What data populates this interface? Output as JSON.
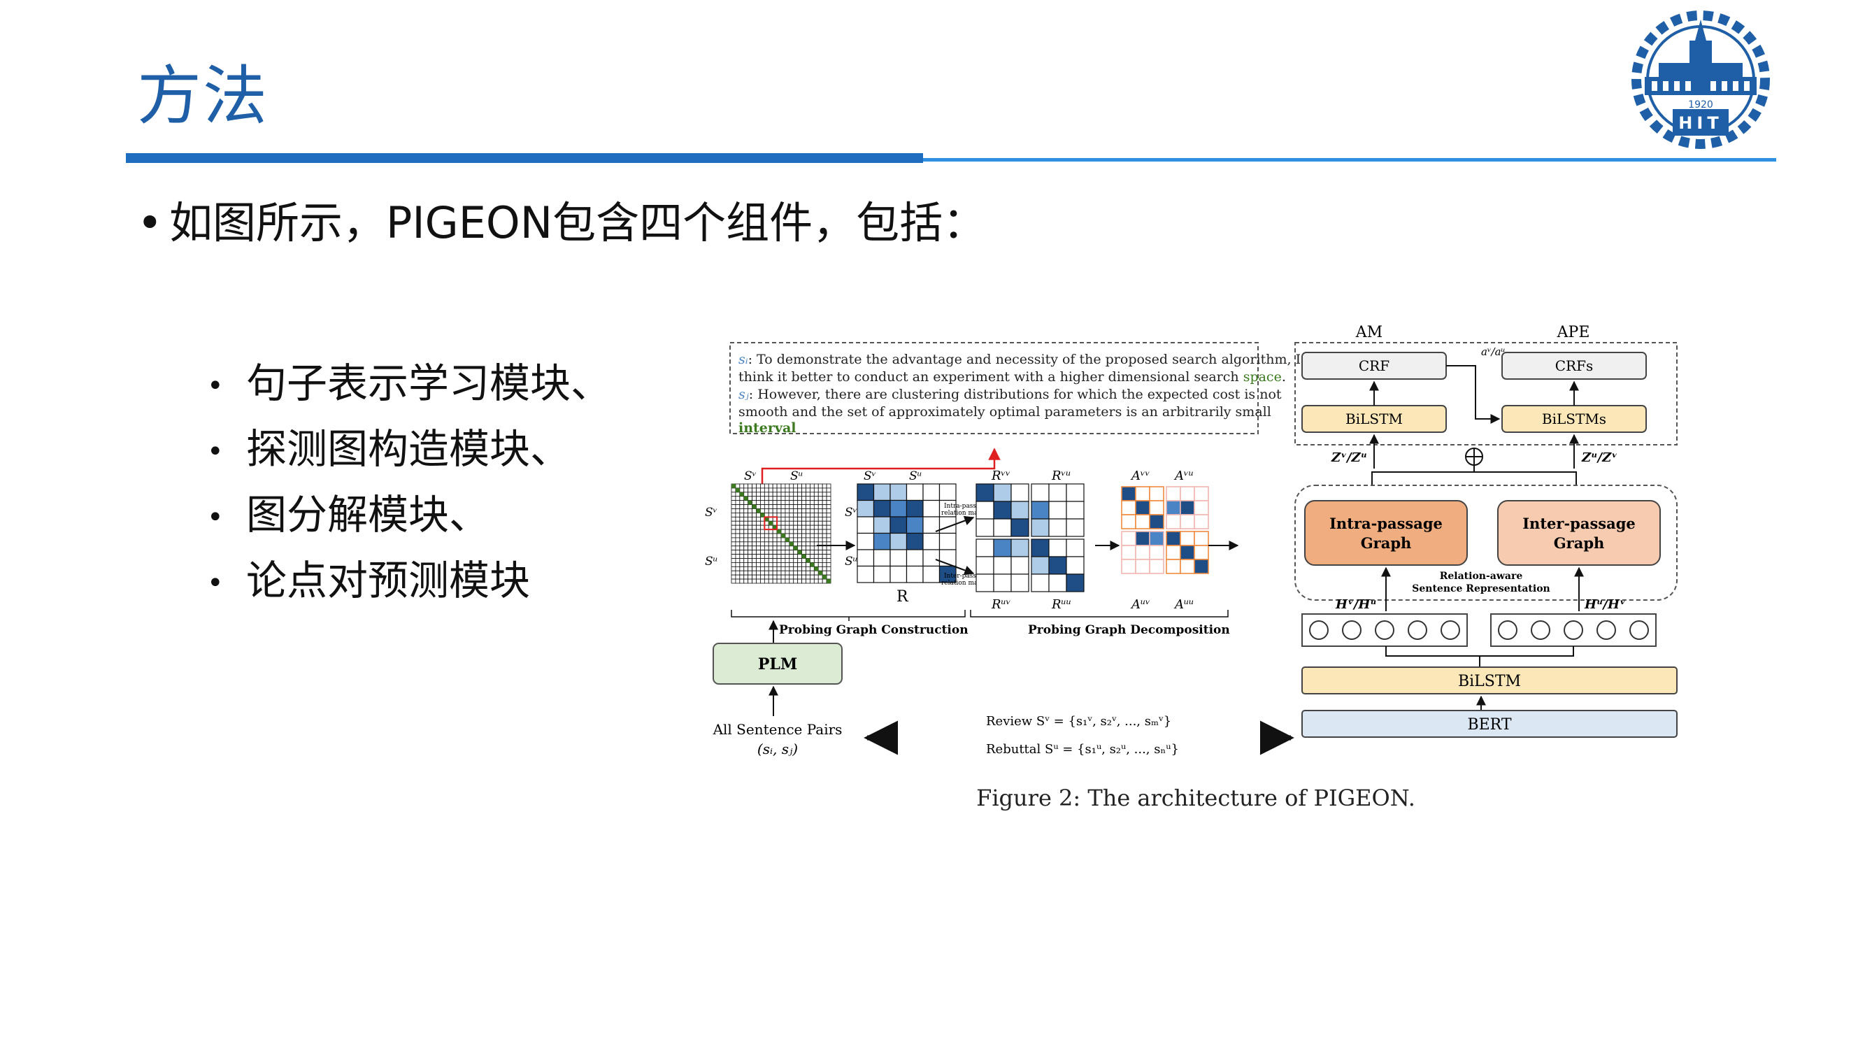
{
  "slide": {
    "title": "方法",
    "main_bullet": "如图所示，PIGEON包含四个组件，包括：",
    "sub_bullets": [
      "句子表示学习模块、",
      "探测图构造模块、",
      "图分解模块、",
      "论点对预测模块"
    ]
  },
  "logo": {
    "year": "1920",
    "letters": "HIT"
  },
  "colors": {
    "accent": "#1f5fa8",
    "title_bar": "#1f6dbf",
    "title_bar_light": "#2f8fe0"
  },
  "figure": {
    "caption": "Figure 2: The architecture of PIGEON.",
    "example": {
      "si_label": "sᵢ",
      "si_text_1": ": To demonstrate the advantage and necessity of the proposed search algorithm, I",
      "si_text_2a": "think it better to conduct an experiment with a higher dimensional search ",
      "si_keyword": "space",
      "si_text_2b": ".",
      "sj_label": "sⱼ",
      "sj_text_1": ": However, there are clustering distributions for which the expected cost is not",
      "sj_text_2": "smooth and the set of approximately optimal parameters is an arbitrarily small",
      "sj_keyword": "interval"
    },
    "matrix_labels": {
      "sv": "Sᵛ",
      "su": "Sᵘ",
      "R": "R",
      "Rvv": "Rᵛᵛ",
      "Rvu": "Rᵛᵘ",
      "Ruv": "Rᵘᵛ",
      "Ruu": "Rᵘᵘ",
      "Avv": "Aᵛᵛ",
      "Avu": "Aᵛᵘ",
      "Auv": "Aᵘᵛ",
      "Auu": "Aᵘᵘ",
      "intra_small": "Intra-passage relation matrix",
      "inter_small": "Inter-passage relation matrix"
    },
    "plm": "PLM",
    "probing_construction": "Probing Graph Construction",
    "probing_decomposition": "Probing Graph Decomposition",
    "sentence_pairs_line1": "All Sentence Pairs",
    "sentence_pairs_line2": "(sᵢ, sⱼ)",
    "review": "Review Sᵛ = {s₁ᵛ, s₂ᵛ, ..., sₘᵛ}",
    "rebuttal": "Rebuttal Sᵘ = {s₁ᵘ, s₂ᵘ, ..., sₙᵘ}",
    "am": "AM",
    "ape": "APE",
    "crf": "CRF",
    "crfs": "CRFs",
    "bilstm_small": "BiLSTM",
    "bilstms": "BiLSTMs",
    "av_au": "aᵛ/aᵘ",
    "zv_zu": "Zᵛ/Zᵘ",
    "zu_zv": "Zᵘ/Zᵛ",
    "intra_graph": [
      "Intra-passage",
      "Graph"
    ],
    "inter_graph": [
      "Inter-passage",
      "Graph"
    ],
    "relation_aware": [
      "Relation-aware",
      "Sentence Representation"
    ],
    "hv_hu": "Hᵛ/Hᵘ",
    "hu_hv": "Hᵘ/Hᵛ",
    "bilstm_big": "BiLSTM",
    "bert": "BERT",
    "colors": {
      "intra": "#f0ae80",
      "inter": "#f7cbb0",
      "yellow": "#fbe7b8",
      "blue_box": "#dbe7f3",
      "plm": "#dcebd4",
      "red": "#e02020",
      "dark_blue": "#1f4e86",
      "mid_blue": "#4a84c4",
      "light_blue": "#aecbe8",
      "orange_grid": "#f08a40",
      "green_text": "#3b7a1e"
    }
  }
}
